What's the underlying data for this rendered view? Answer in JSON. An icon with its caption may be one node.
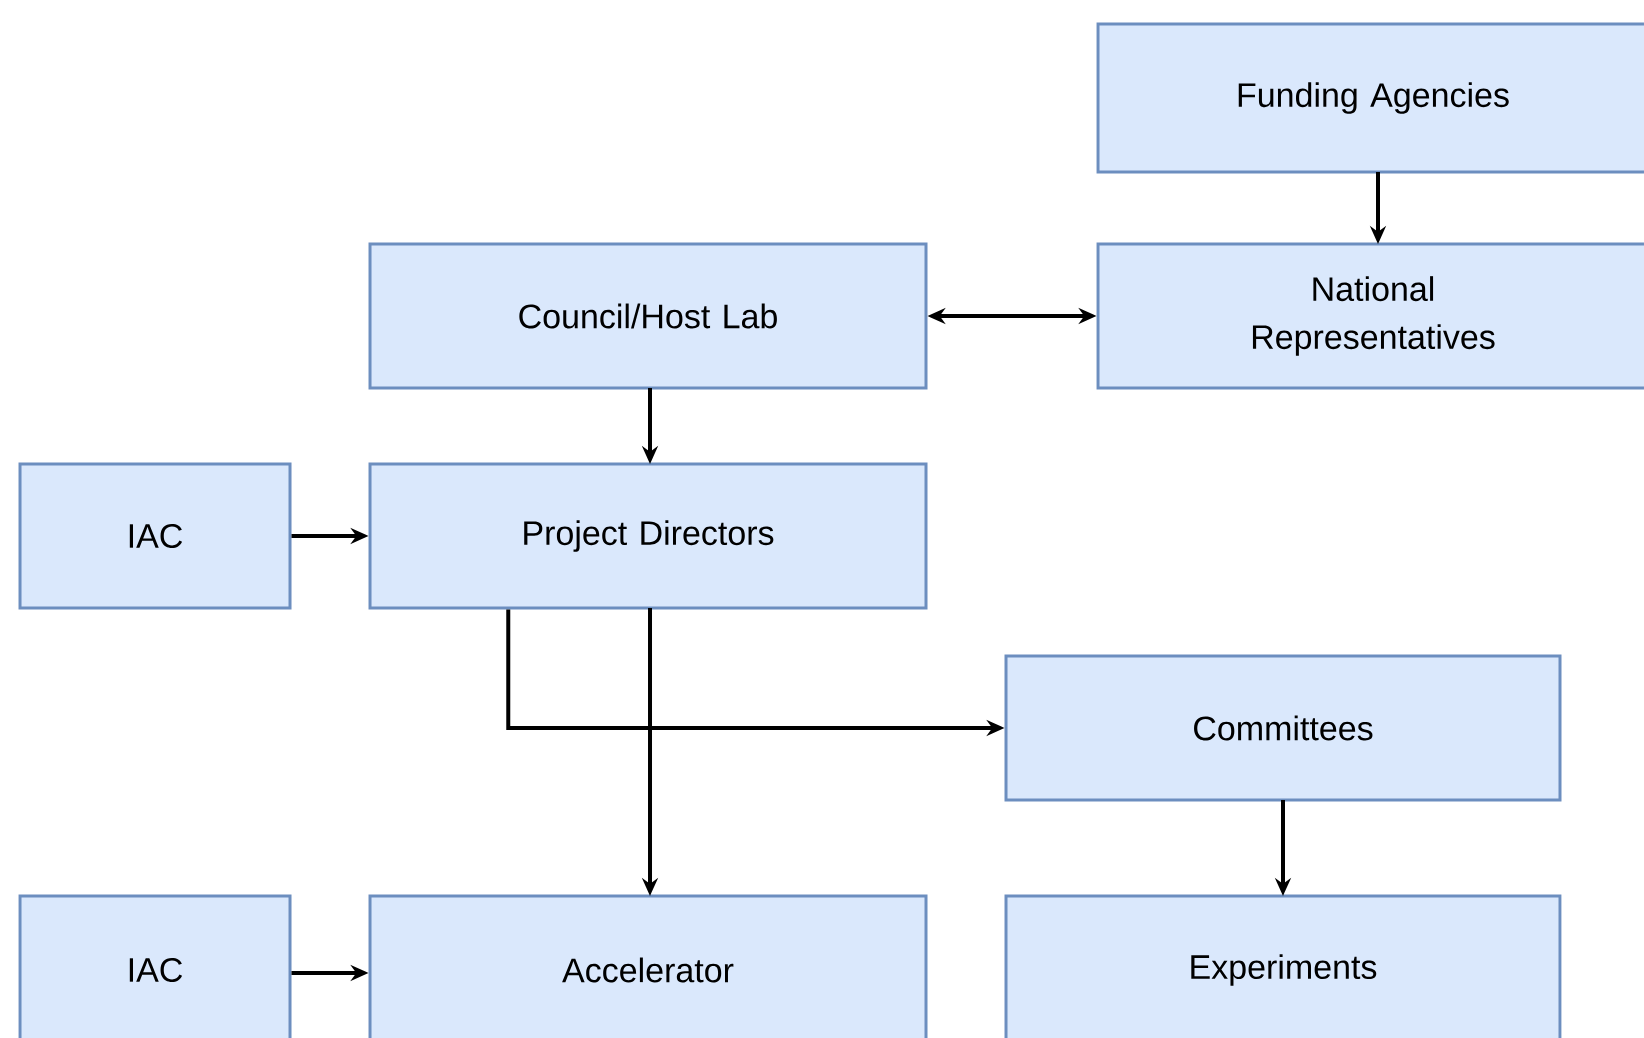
{
  "diagram": {
    "nodes": [
      {
        "text": [
          "Funding Agencies"
        ]
      },
      {
        "text": [
          "National Representatives"
        ]
      },
      {
        "text": [
          "Council/Host Lab"
        ]
      },
      {
        "text": [
          "IAC"
        ]
      },
      {
        "text": [
          "Project Directors"
        ]
      },
      {
        "text": [
          "Committees"
        ]
      },
      {
        "text": [
          "IAC"
        ]
      },
      {
        "text": [
          "Accelerator"
        ]
      },
      {
        "text": [
          "Experiments"
        ]
      }
    ],
    "edges": [
      {
        "from": 0,
        "to": 1,
        "arrow": "to"
      },
      {
        "from": 2,
        "to": 1,
        "arrow": "both"
      },
      {
        "from": 2,
        "to": 4,
        "arrow": "to"
      },
      {
        "from": 3,
        "to": 4,
        "arrow": "to"
      },
      {
        "from": 4,
        "to": 7,
        "arrow": "to"
      },
      {
        "from": 4,
        "to": 5,
        "arrow": "to"
      },
      {
        "from": 5,
        "to": 8,
        "arrow": "to"
      },
      {
        "from": 6,
        "to": 7,
        "arrow": "to"
      }
    ]
  }
}
